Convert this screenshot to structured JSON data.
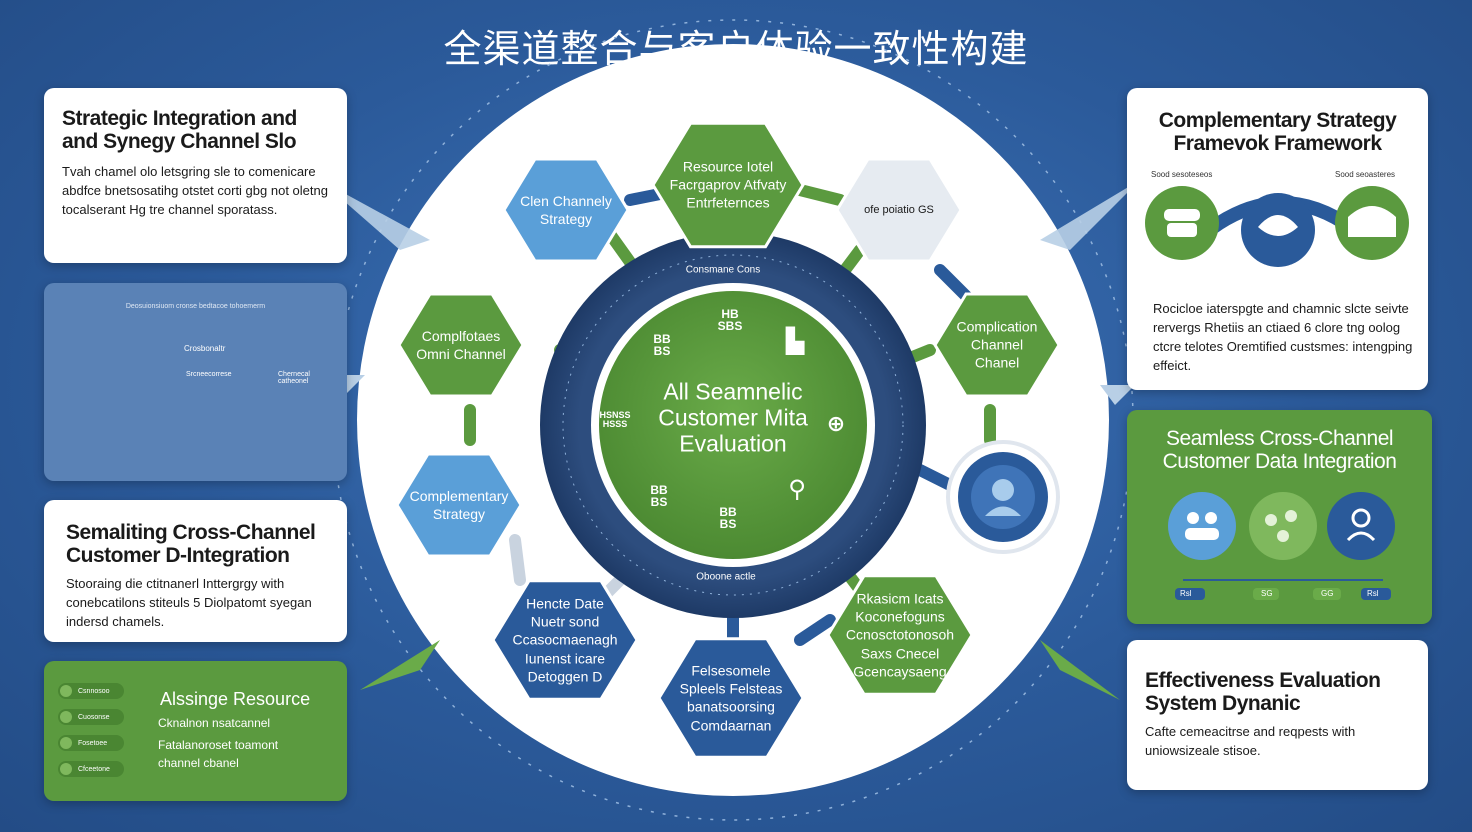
{
  "title": "全渠道整合与客户体验一致性构建",
  "colors": {
    "dark_blue": "#2a5a9a",
    "green": "#5b9a3f",
    "light_blue": "#5a9fd8",
    "white": "#ffffff"
  },
  "center": {
    "label": "All Seamnelic Customer Mita Evaluation",
    "ring_top": "Consmane Cons",
    "ring_bottom": "Oboone actle",
    "glyph1": "HB SBS",
    "glyph2": "BB BS",
    "glyph3": "BB BS",
    "glyph4": "BB BS",
    "glyph5": "HSNSS HSSS"
  },
  "hexagons": [
    {
      "label": "Resource Iotel Facrgaprov Atfvaty Entrfeternces"
    },
    {
      "label": "Clen Channely Strategy"
    },
    {
      "label": "Complfotaes Omni Channel"
    },
    {
      "label": "Complementary Strategy"
    },
    {
      "label": "Hencte Date Nuetr sond Ccasocmaenagh Iunenst icare Detoggen D"
    },
    {
      "label": "Felsesomele Spleels Felsteas banatsoorsing Comdaarnan"
    },
    {
      "label": "Rkasicm Icats Koconefoguns Ccnosctotonosoh Saxs Cnecel Gcencaysaeng"
    },
    {
      "label": "Complication Channel Chanel"
    },
    {
      "label": "ofe poiatio GS"
    }
  ],
  "left_cards": {
    "card1": {
      "heading": "Strategic Integration and and Synegy Channel Slo",
      "body": "Tvah chamel olo letsgring sle to comenicare abdfce bnetsosatihg otstet corti gbg not oletng tocalserant Hg tre channel sporatass."
    },
    "card2": {
      "header": "Deosuionsiuom cronse bedtacoe tohoemerm",
      "tag1": "Crosbonaltr",
      "tag2": "Srcneecorrese",
      "tag3": "Chernecal catheonel"
    },
    "card3": {
      "heading": "Semaliting Cross-Channel Customer D-Integration",
      "body": "Stooraing die ctitnanerl Inttergrgy with conebcatilons stiteuls 5 Diolpatomt syegan indersd chamels."
    },
    "card4": {
      "heading": "Alssinge Resource",
      "line1": "Cknalnon nsatcannel",
      "line2": "Fatalanoroset toamont",
      "line3": "channel cbanel",
      "items": [
        "Csnnosoo",
        "Cuosonse",
        "Fosetoee",
        "Cfceetone"
      ]
    }
  },
  "right_cards": {
    "card1": {
      "heading": "Complementary Strategy Framevok Framework",
      "caption_left": "Sood sesoteseos",
      "caption_right": "Sood seoasteres",
      "body": "Rocicloe iaterspgte and chamnic slcte seivte rervergs Rhetiis an ctiaed 6 clore tng oolog ctcre telotes Oremtified custsmes: intengping effeict."
    },
    "card2": {
      "heading": "Seamless Cross-Channel Customer Data Integration",
      "tick1": "Rsl",
      "tick2": "SG",
      "tick3": "GG",
      "tick4": "Rsl"
    },
    "card3": {
      "heading": "Effectiveness Evaluation System Dynanic",
      "body": "Cafte cemeacitrse and reqpests with uniowsizeale stisoe."
    }
  },
  "icons": [
    "people-icon",
    "handshake-icon",
    "pizza-icon",
    "team-icon",
    "group-icon",
    "person-icon",
    "user-badge-icon",
    "arrow-icon",
    "chart-icon",
    "globe-icon"
  ]
}
